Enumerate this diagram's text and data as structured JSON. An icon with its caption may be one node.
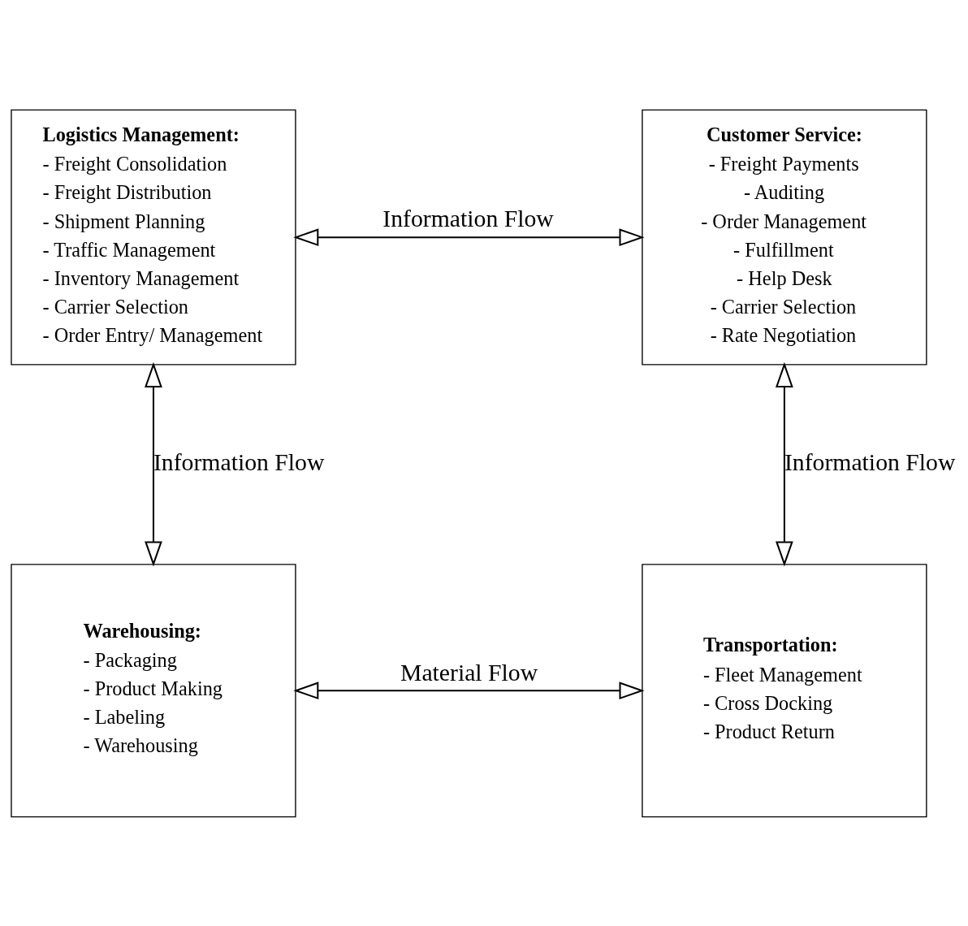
{
  "diagram": {
    "nodes": [
      {
        "text": [
          "Logistics Management:",
          "- Freight Consolidation",
          "- Freight Distribution",
          "- Shipment Planning",
          "- Traffic Management",
          "- Inventory Management",
          "- Carrier Selection",
          "- Order Entry/ Management"
        ]
      },
      {
        "text": [
          "Customer Service:",
          "- Freight Payments",
          "- Auditing",
          "- Order Management",
          "- Fulfillment",
          "- Help Desk",
          "- Carrier Selection",
          "- Rate Negotiation"
        ]
      },
      {
        "text": [
          "Warehousing:",
          "- Packaging",
          "- Product Making",
          "- Labeling",
          "- Warehousing"
        ]
      },
      {
        "text": [
          "Transportation:",
          "- Fleet Management",
          "- Cross Docking",
          "- Product Return"
        ]
      }
    ],
    "edges": [
      {
        "from": 0,
        "to": 1,
        "arrow": "both",
        "label": "Information Flow"
      },
      {
        "from": 0,
        "to": 2,
        "arrow": "both",
        "label": "Information Flow"
      },
      {
        "from": 1,
        "to": 3,
        "arrow": "both",
        "label": "Information Flow"
      },
      {
        "from": 2,
        "to": 3,
        "arrow": "both",
        "label": "Material Flow"
      }
    ]
  }
}
